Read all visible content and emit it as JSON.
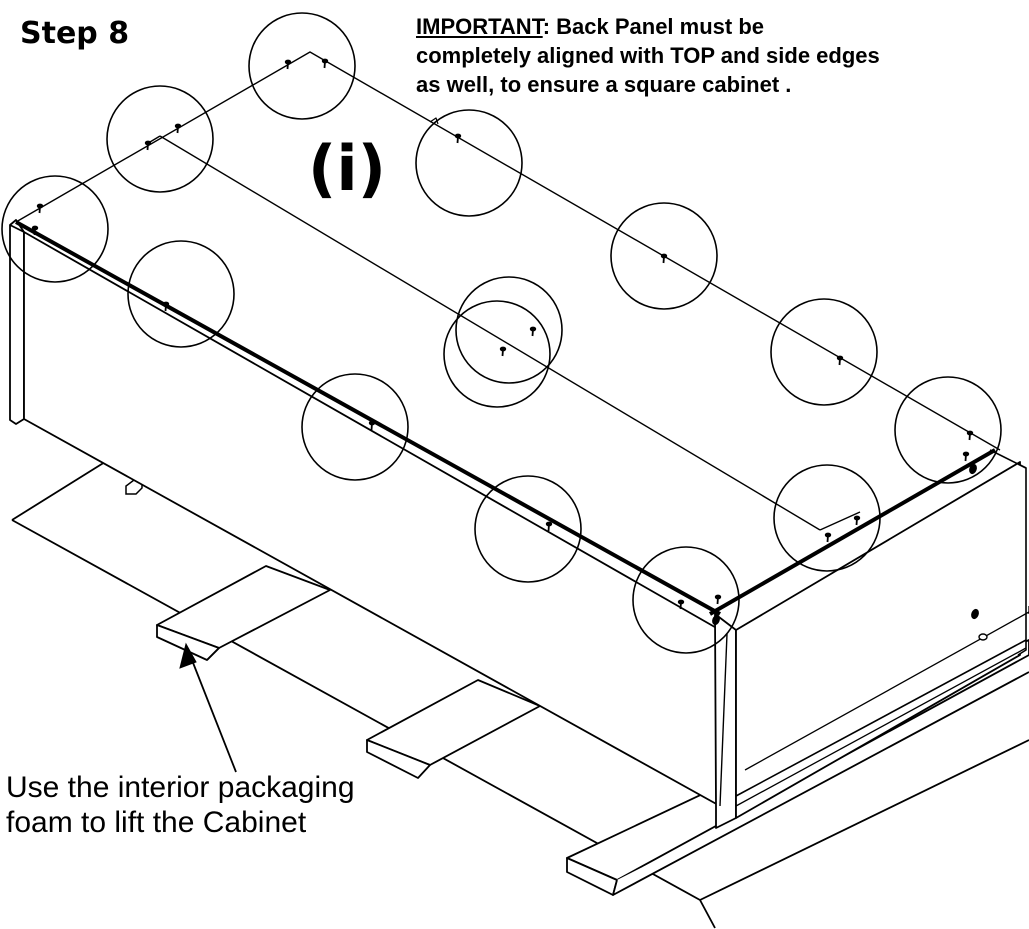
{
  "step": {
    "title": "Step 8"
  },
  "note": {
    "heading": "IMPORTANT",
    "separator": ":",
    "lines": [
      " Back Panel must be",
      "completely aligned with TOP and side edges",
      "as well, to ensure a  square cabinet ."
    ]
  },
  "view_label": "(i)",
  "callout": {
    "lines": [
      "Use the interior packaging",
      "foam to lift the Cabinet"
    ]
  },
  "colors": {
    "ink": "#000000",
    "paper": "#ffffff"
  },
  "icons": {
    "screw": "screw-icon",
    "detail_circle": "detail-circle-icon",
    "arrow": "arrow-icon"
  }
}
